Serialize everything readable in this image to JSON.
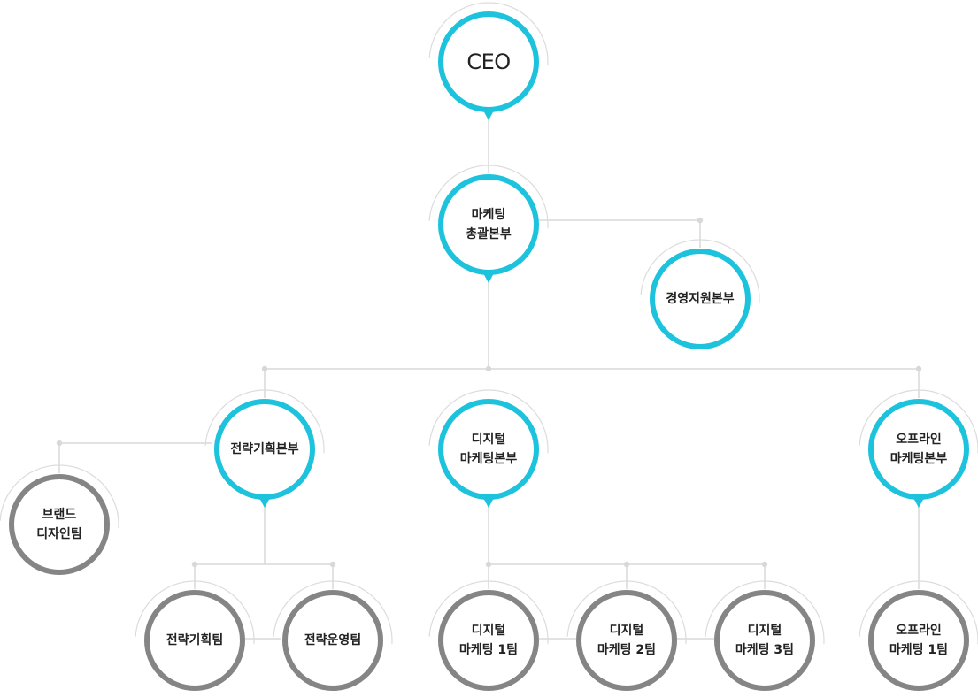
{
  "colors": {
    "primary_ring": "#1dc3dc",
    "team_ring": "#858585",
    "connector": "#d8d8d8",
    "halo": "#dcdcdc",
    "text": "#222222"
  },
  "nodes": {
    "ceo": {
      "lines": [
        "CEO"
      ],
      "tier": "primary"
    },
    "marketing_hq": {
      "lines": [
        "마케팅",
        "총괄본부"
      ],
      "tier": "primary"
    },
    "management_support": {
      "lines": [
        "경영지원본부"
      ],
      "tier": "primary"
    },
    "strategy_planning_div": {
      "lines": [
        "전략기획본부"
      ],
      "tier": "primary"
    },
    "digital_marketing_div": {
      "lines": [
        "디지털",
        "마케팅본부"
      ],
      "tier": "primary"
    },
    "offline_marketing_div": {
      "lines": [
        "오프라인",
        "마케팅본부"
      ],
      "tier": "primary"
    },
    "brand_design_team": {
      "lines": [
        "브랜드",
        "디자인팀"
      ],
      "tier": "team"
    },
    "strategy_planning_team": {
      "lines": [
        "전략기획팀"
      ],
      "tier": "team"
    },
    "strategy_operation_team": {
      "lines": [
        "전략운영팀"
      ],
      "tier": "team"
    },
    "digital_marketing_team_1": {
      "lines": [
        "디지털",
        "마케팅 1팀"
      ],
      "tier": "team"
    },
    "digital_marketing_team_2": {
      "lines": [
        "디지털",
        "마케팅 2팀"
      ],
      "tier": "team"
    },
    "digital_marketing_team_3": {
      "lines": [
        "디지털",
        "마케팅 3팀"
      ],
      "tier": "team"
    },
    "offline_marketing_team_1": {
      "lines": [
        "오프라인",
        "마케팅 1팀"
      ],
      "tier": "team"
    }
  }
}
